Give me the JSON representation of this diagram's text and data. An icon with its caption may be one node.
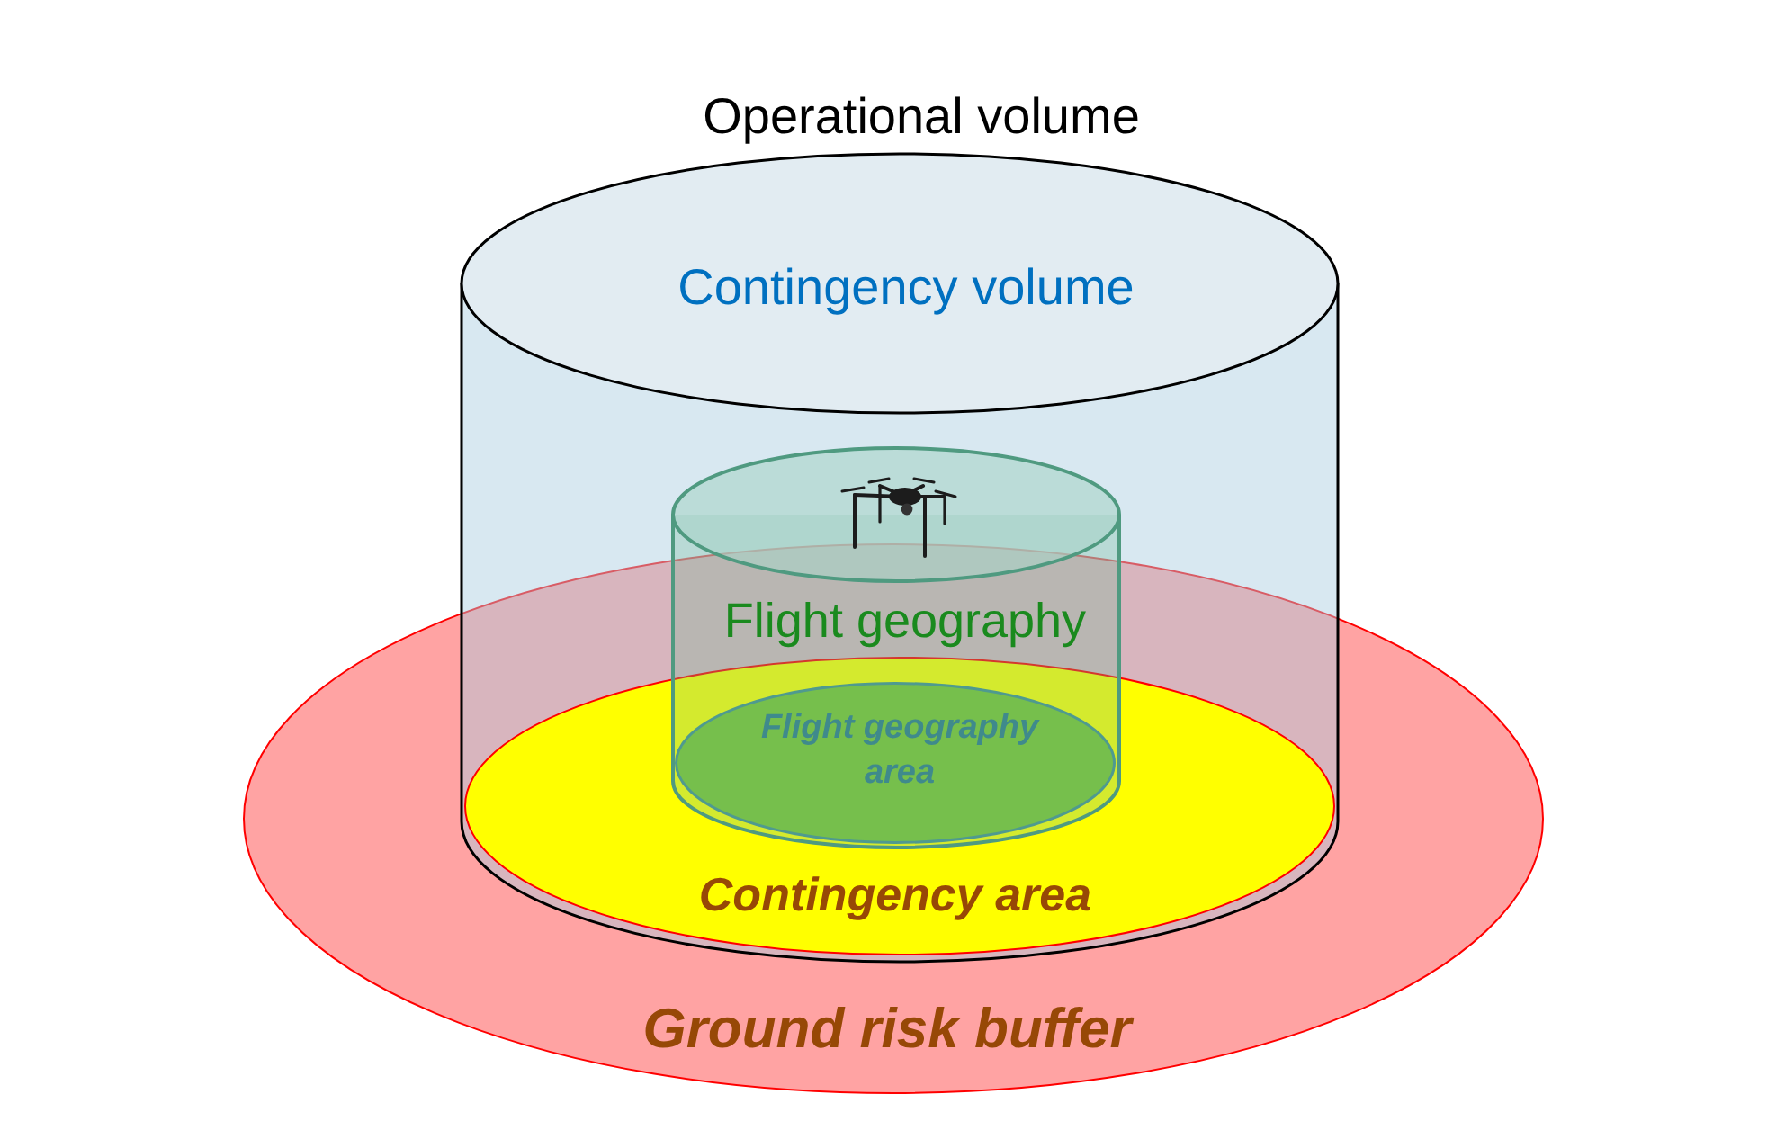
{
  "diagram": {
    "nodes": [
      {
        "text": [
          "Operational volume",
          "Contingency volume"
        ]
      },
      {
        "text": [
          "Flight geography"
        ],
        "in": 0
      },
      {
        "text": [
          "Flight geography area"
        ]
      },
      {
        "text": [
          "Ground risk buffer"
        ]
      },
      {
        "text": [
          "Contingency area"
        ]
      }
    ]
  }
}
